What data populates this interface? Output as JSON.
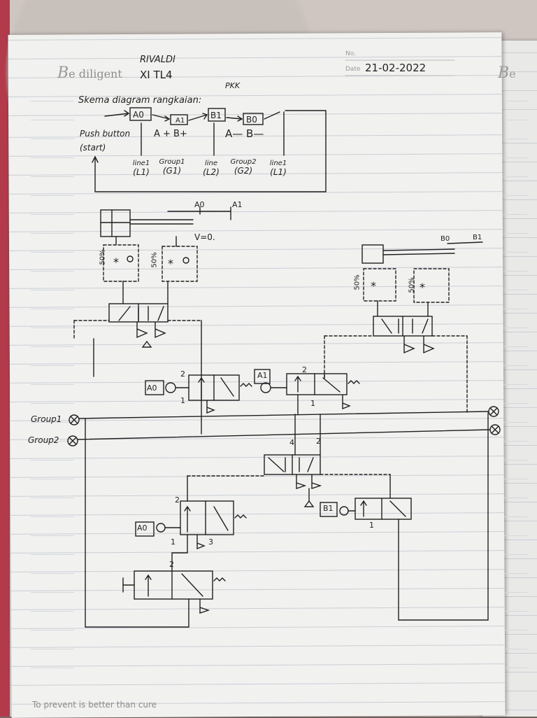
{
  "header": {
    "brand_mark": "B",
    "brand_text": "e diligent",
    "name": "RIVALDI",
    "class": "XI TL4",
    "no_label": "No.",
    "date_label": "Date",
    "date_value": "21-02-2022",
    "subject": "PKK",
    "next_page_mark": "B",
    "next_page_text": "e"
  },
  "title": "Skema diagram rangkaian:",
  "flow": {
    "push_button": "Push button",
    "start": "(start)",
    "boxes": [
      "A0",
      "A1",
      "B1",
      "B0"
    ],
    "group1_actions": "A + B+",
    "group2_actions": "A— B—",
    "bottom_labels": [
      {
        "line1": "line1",
        "line2": "(L1)"
      },
      {
        "line1": "Group1",
        "line2": "(G1)"
      },
      {
        "line1": "line",
        "line2": "(L2)"
      },
      {
        "line1": "Group2",
        "line2": "(G2)"
      },
      {
        "line1": "line1",
        "line2": "(L1)"
      }
    ]
  },
  "circuit": {
    "cyl_a_limits": [
      "A0",
      "A1"
    ],
    "cyl_b_limits": [
      "B0",
      "B1"
    ],
    "v_label": "V=0.",
    "throttle_pct": [
      "50%",
      "50%",
      "50%",
      "50%"
    ],
    "port_labels": [
      "2",
      "1",
      "2",
      "1",
      "4",
      "2",
      "2",
      "1",
      "3",
      "2",
      "1"
    ],
    "valve_labels": [
      "A0",
      "A1",
      "B1",
      "A0"
    ],
    "group1": "Group1",
    "group2": "Group2"
  },
  "footer": "To prevent is better than cure"
}
